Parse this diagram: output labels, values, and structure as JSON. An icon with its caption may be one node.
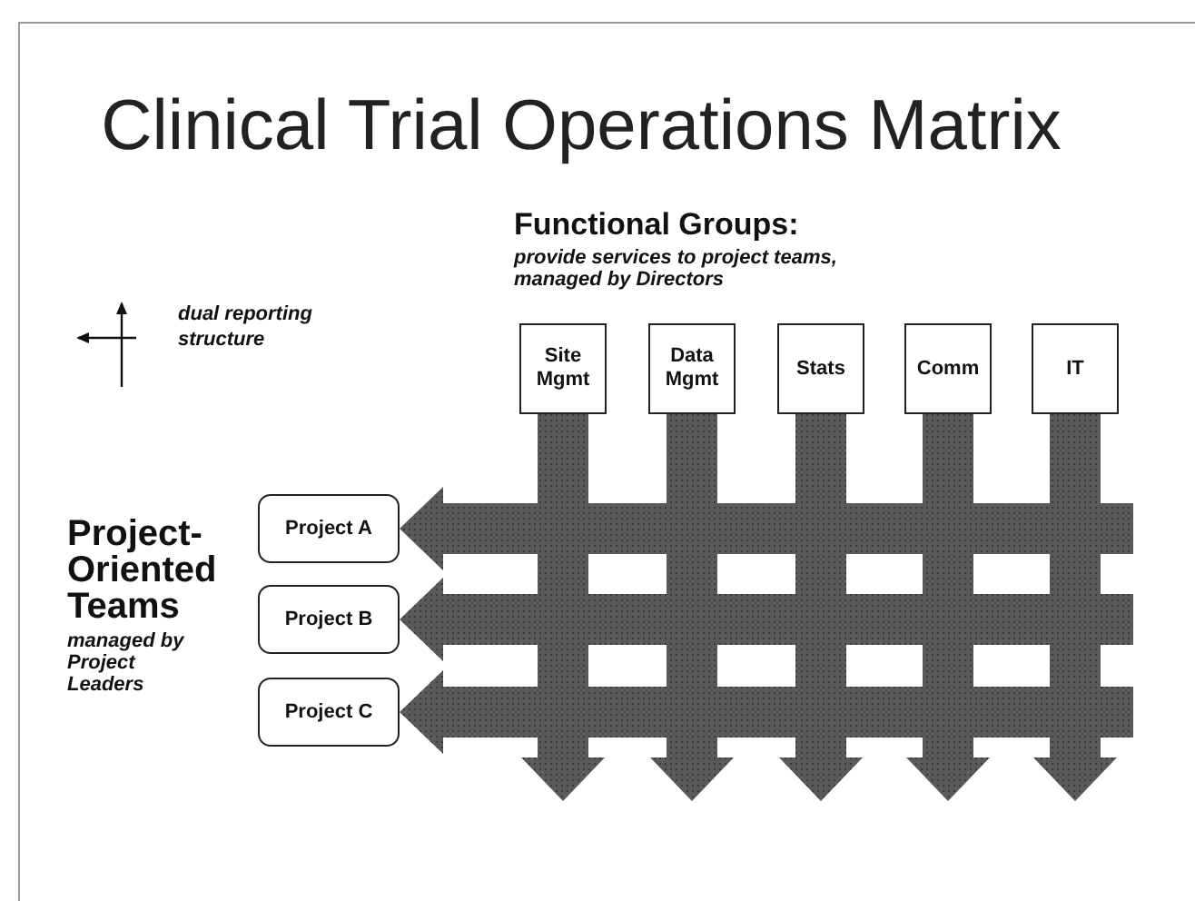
{
  "diagram": {
    "title": "Clinical Trial Operations Matrix",
    "nodes": [
      {
        "text": [
          "Site Mgmt"
        ]
      },
      {
        "text": [
          "Data Mgmt"
        ]
      },
      {
        "text": [
          "Stats"
        ]
      },
      {
        "text": [
          "Comm"
        ]
      },
      {
        "text": [
          "IT"
        ]
      },
      {
        "text": [
          "Project A"
        ]
      },
      {
        "text": [
          "Project B"
        ]
      },
      {
        "text": [
          "Project C"
        ]
      }
    ],
    "edges": [
      {
        "from": 0,
        "to": null,
        "arrow": "to"
      },
      {
        "from": 1,
        "to": null,
        "arrow": "to"
      },
      {
        "from": 2,
        "to": null,
        "arrow": "to"
      },
      {
        "from": 3,
        "to": null,
        "arrow": "to"
      },
      {
        "from": 4,
        "to": null,
        "arrow": "to"
      },
      {
        "from": null,
        "to": 5,
        "arrow": "to"
      },
      {
        "from": null,
        "to": 6,
        "arrow": "to"
      },
      {
        "from": null,
        "to": 7,
        "arrow": "to"
      }
    ],
    "labels": [
      "Functional Groups:",
      "provide services to project teams, managed by Directors",
      "dual reporting structure",
      "Project-Oriented Teams",
      "managed by Project Leaders"
    ]
  }
}
